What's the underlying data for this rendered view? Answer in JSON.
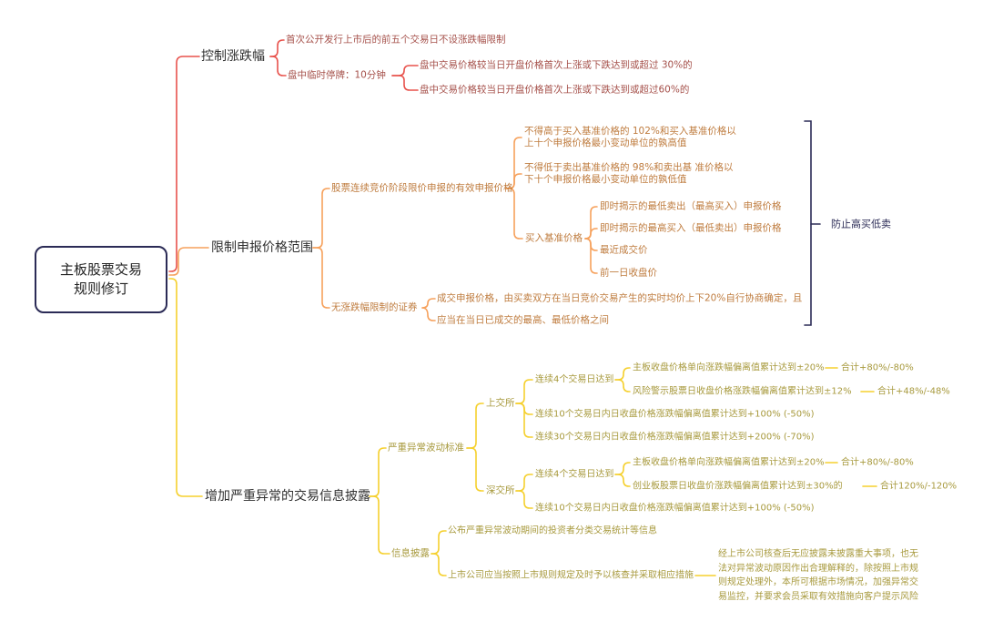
{
  "colors": {
    "branch_control_line": "#e8524c",
    "branch_control_text": "#a5504a",
    "branch_limit_line": "#f6a15c",
    "branch_limit_text": "#bf7c3f",
    "branch_disclosure_line": "#f5d02e",
    "branch_disclosure_text": "#a89a3e",
    "root_border": "#2b2b56",
    "annotation_text": "#2b2b56",
    "background": "#ffffff"
  },
  "mindmap": {
    "title": "主板股票交易\n规则修订",
    "branches": [
      {
        "label": "控制涨跌幅",
        "color": "#e8524c",
        "children": [
          {
            "label": "首次公开发行上市后的前五个交易日不设涨跌幅限制"
          },
          {
            "label": "盘中临时停牌：10分钟",
            "children": [
              {
                "label": "盘中交易价格较当日开盘价格首次上涨或下跌达到或超过 30%的"
              },
              {
                "label": "盘中交易价格较当日开盘价格首次上涨或下跌达到或超过60%的"
              }
            ]
          }
        ]
      },
      {
        "label": "限制申报价格范围",
        "color": "#f6a15c",
        "annotation": "防止高买低卖",
        "children": [
          {
            "label": "股票连续竞价阶段限价申报的有效申报价格",
            "children": [
              {
                "label": "不得高于买入基准价格的 102%和买入基准价格以\n上十个申报价格最小变动单位的孰高值"
              },
              {
                "label": "不得低于卖出基准价格的 98%和卖出基 准价格以\n下十个申报价格最小变动单位的孰低值"
              },
              {
                "label": "买入基准价格",
                "children": [
                  {
                    "label": "即时揭示的最低卖出（最高买入）申报价格"
                  },
                  {
                    "label": "即时揭示的最高买入（最低卖出）申报价格"
                  },
                  {
                    "label": "最近成交价"
                  },
                  {
                    "label": "前一日收盘价"
                  }
                ]
              }
            ]
          },
          {
            "label": "无涨跌幅限制的证券",
            "children": [
              {
                "label": "成交申报价格，由买卖双方在当日竞价交易产生的实时均价上下20%自行协商确定，且"
              },
              {
                "label": "应当在当日已成交的最高、最低价格之间"
              }
            ]
          }
        ]
      },
      {
        "label": "增加严重异常的交易信息披露",
        "color": "#f5d02e",
        "children": [
          {
            "label": "严重异常波动标准",
            "children": [
              {
                "label": "上交所",
                "children": [
                  {
                    "label": "连续4个交易日达到",
                    "children": [
                      {
                        "label": "主板收盘价格单向涨跌幅偏离值累计达到±20%",
                        "note": "合计+80%/-80%"
                      },
                      {
                        "label": "风险警示股票日收盘价格涨跌幅偏离值累计达到±12%",
                        "note": "合计+48%/-48%"
                      }
                    ]
                  },
                  {
                    "label": "连续10个交易日内日收盘价格涨跌幅偏离值累计达到+100% (-50%)"
                  },
                  {
                    "label": "连续30个交易日内日收盘价格涨跌幅偏离值累计达到+200% (-70%)"
                  }
                ]
              },
              {
                "label": "深交所",
                "children": [
                  {
                    "label": "连续4个交易日达到",
                    "children": [
                      {
                        "label": "主板收盘价格单向涨跌幅偏离值累计达到±20%",
                        "note": "合计+80%/-80%"
                      },
                      {
                        "label": "创业板股票日收盘价涨跌幅偏离值累计达到±30%的",
                        "note": "合计120%/-120%"
                      }
                    ]
                  },
                  {
                    "label": "连续10个交易日内日收盘价格涨跌幅偏离值累计达到+100% (-50%)"
                  }
                ]
              }
            ]
          },
          {
            "label": "信息披露",
            "children": [
              {
                "label": "公布严重异常波动期间的投资者分类交易统计等信息"
              },
              {
                "label": "上市公司应当按照上市规则规定及时予以核查并采取相应措施",
                "children": [
                  {
                    "label": "经上市公司核查后无应披露未披露重大事项，也无法对异常波动原因作出合理解释的，除按照上市规则规定处理外，本所可根据市场情况，加强异常交易监控，并要求会员采取有效措施向客户提示风险"
                  }
                ]
              }
            ]
          }
        ]
      }
    ]
  }
}
